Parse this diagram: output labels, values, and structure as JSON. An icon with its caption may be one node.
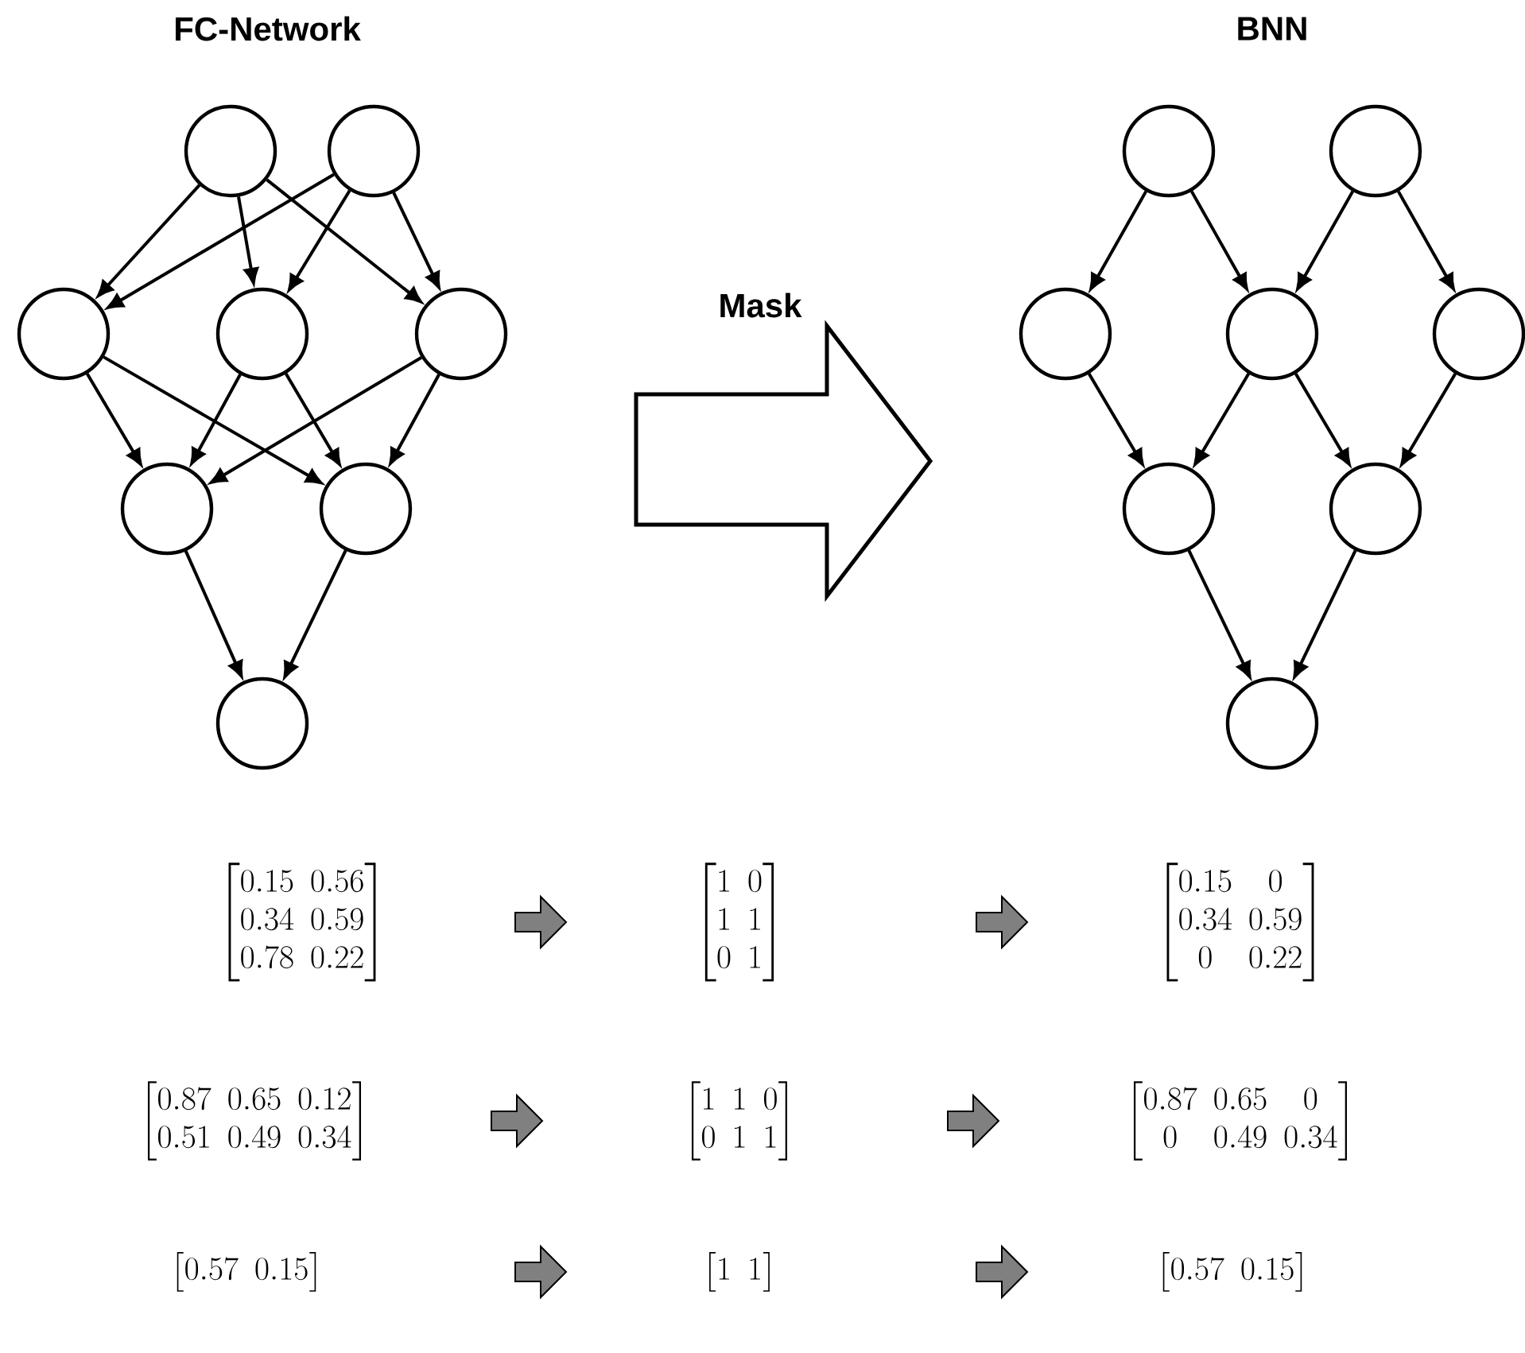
{
  "diagram": {
    "nodes": [
      {
        "text": [],
        "shape": "circle"
      },
      {
        "text": [],
        "shape": "circle"
      },
      {
        "text": [],
        "shape": "circle"
      },
      {
        "text": [],
        "shape": "circle"
      },
      {
        "text": [],
        "shape": "circle"
      },
      {
        "text": [],
        "shape": "circle"
      },
      {
        "text": [],
        "shape": "circle"
      },
      {
        "text": [],
        "shape": "circle"
      },
      {
        "text": [],
        "shape": "circle"
      },
      {
        "text": [],
        "shape": "circle"
      },
      {
        "text": [],
        "shape": "circle"
      },
      {
        "text": [],
        "shape": "circle"
      },
      {
        "text": [],
        "shape": "circle"
      },
      {
        "text": [],
        "shape": "circle"
      },
      {
        "text": [],
        "shape": "circle"
      },
      {
        "text": [],
        "shape": "circle"
      }
    ],
    "edges": [
      {
        "from": 0,
        "to": 2,
        "arrow": "to"
      },
      {
        "from": 0,
        "to": 3,
        "arrow": "to"
      },
      {
        "from": 0,
        "to": 4,
        "arrow": "to"
      },
      {
        "from": 1,
        "to": 2,
        "arrow": "to"
      },
      {
        "from": 1,
        "to": 3,
        "arrow": "to"
      },
      {
        "from": 1,
        "to": 4,
        "arrow": "to"
      },
      {
        "from": 2,
        "to": 5,
        "arrow": "to"
      },
      {
        "from": 2,
        "to": 6,
        "arrow": "to"
      },
      {
        "from": 3,
        "to": 5,
        "arrow": "to"
      },
      {
        "from": 3,
        "to": 6,
        "arrow": "to"
      },
      {
        "from": 4,
        "to": 5,
        "arrow": "to"
      },
      {
        "from": 4,
        "to": 6,
        "arrow": "to"
      },
      {
        "from": 5,
        "to": 7,
        "arrow": "to"
      },
      {
        "from": 6,
        "to": 7,
        "arrow": "to"
      },
      {
        "from": 8,
        "to": 10,
        "arrow": "to"
      },
      {
        "from": 8,
        "to": 11,
        "arrow": "to"
      },
      {
        "from": 9,
        "to": 11,
        "arrow": "to"
      },
      {
        "from": 9,
        "to": 12,
        "arrow": "to"
      },
      {
        "from": 10,
        "to": 13,
        "arrow": "to"
      },
      {
        "from": 11,
        "to": 13,
        "arrow": "to"
      },
      {
        "from": 11,
        "to": 14,
        "arrow": "to"
      },
      {
        "from": 12,
        "to": 14,
        "arrow": "to"
      },
      {
        "from": 13,
        "to": 15,
        "arrow": "to"
      },
      {
        "from": 14,
        "to": 15,
        "arrow": "to"
      }
    ],
    "labels": [
      "FC-Network",
      "BNN",
      "Mask",
      "\\begin{bmatrix}0.15 & 0.56\\\\ 0.34 & 0.59\\\\ 0.78 & 0.22\\end{bmatrix}",
      "\\begin{bmatrix}1 & 0\\\\ 1 & 1\\\\ 0 & 1\\end{bmatrix}",
      "\\begin{bmatrix}0.15 & 0\\\\ 0.34 & 0.59\\\\ 0 & 0.22\\end{bmatrix}",
      "\\begin{bmatrix}0.87 & 0.65 & 0.12\\\\ 0.51 & 0.49 & 0.34\\end{bmatrix}",
      "\\begin{bmatrix}1 & 1 & 0\\\\ 0 & 1 & 1\\end{bmatrix}",
      "\\begin{bmatrix}0.87 & 0.65 & 0\\\\ 0 & 0.49 & 0.34\\end{bmatrix}",
      "\\begin{bmatrix}0.57 & 0.15\\end{bmatrix}",
      "\\begin{bmatrix}1 & 1\\end{bmatrix}",
      "\\begin{bmatrix}0.57 & 0.15\\end{bmatrix}"
    ]
  }
}
